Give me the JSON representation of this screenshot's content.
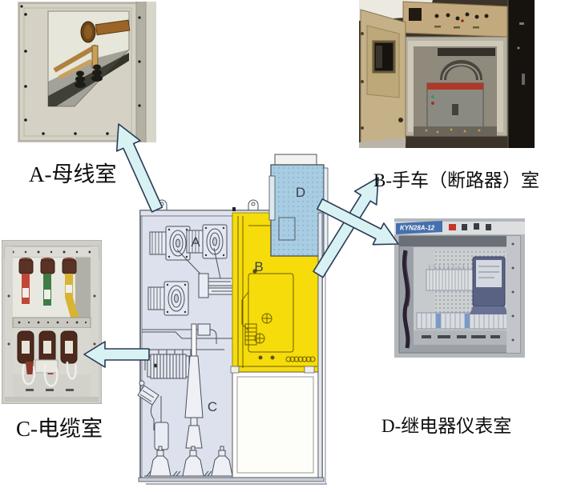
{
  "labels": {
    "a": "A-母线室",
    "b": "B-手车（断路器）室",
    "c": "C-电缆室",
    "d": "D-继电器仪表室"
  },
  "diagram": {
    "letters": {
      "a": "A",
      "b": "B",
      "c": "C",
      "d": "D"
    },
    "colors": {
      "busbar_compartment": "#dce1ed",
      "breaker_compartment": "#f6dc0a",
      "relay_box": "#a8cde3",
      "empty_zone": "#fdfdfa",
      "arrow_fill": "#d8f2f4"
    }
  },
  "photos": {
    "d_model_badge": "KYN28A-12"
  }
}
